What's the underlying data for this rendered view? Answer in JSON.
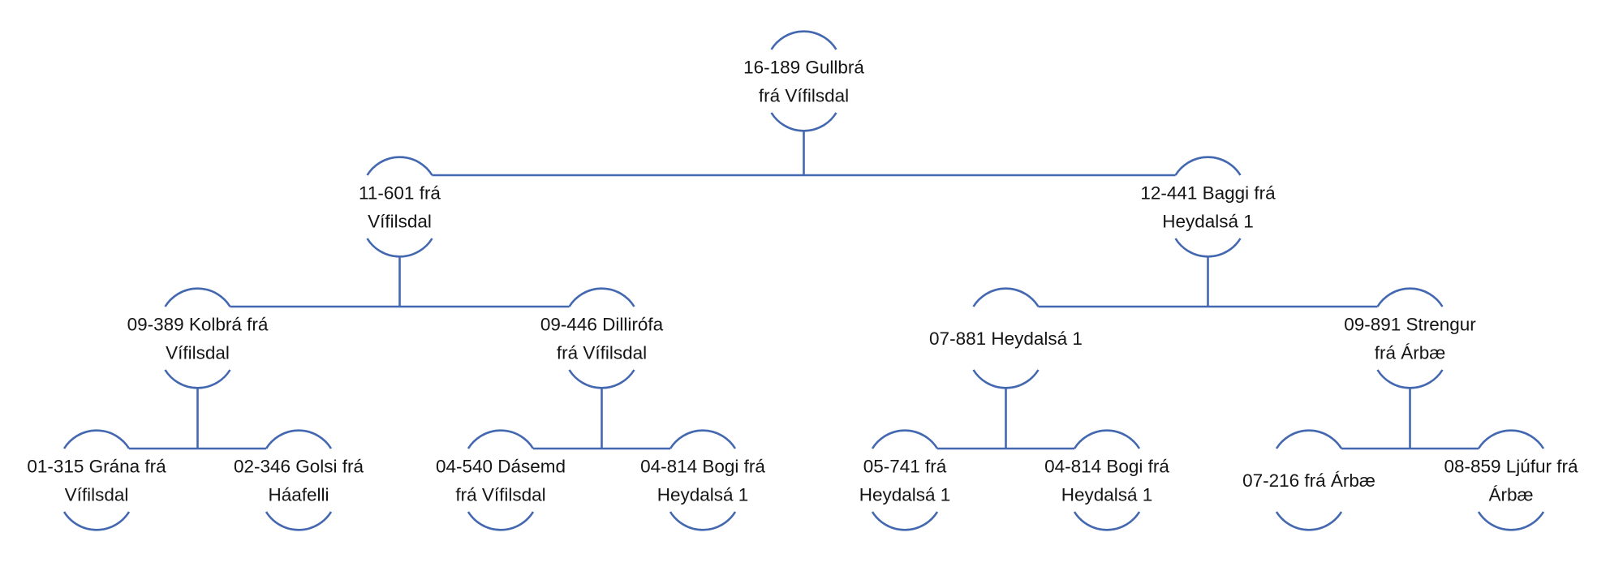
{
  "diagram": {
    "type": "pedigree-tree",
    "line_color": "#4468b0",
    "text_color": "#151515",
    "root": {
      "lines": [
        "16-189 Gullbrá",
        "frá Vífilsdal"
      ],
      "children": [
        {
          "lines": [
            "11-601 frá",
            "Vífilsdal"
          ],
          "children": [
            {
              "lines": [
                "09-389 Kolbrá frá",
                "Vífilsdal"
              ],
              "children": [
                {
                  "lines": [
                    "01-315 Grána frá",
                    "Vífilsdal"
                  ]
                },
                {
                  "lines": [
                    "02-346 Golsi frá",
                    "Háafelli"
                  ]
                }
              ]
            },
            {
              "lines": [
                "09-446 Dillirófa",
                "frá Vífilsdal"
              ],
              "children": [
                {
                  "lines": [
                    "04-540 Dásemd",
                    "frá Vífilsdal"
                  ]
                },
                {
                  "lines": [
                    "04-814 Bogi frá",
                    "Heydalsá 1"
                  ]
                }
              ]
            }
          ]
        },
        {
          "lines": [
            "12-441 Baggi frá",
            "Heydalsá 1"
          ],
          "children": [
            {
              "lines": [
                "07-881 Heydalsá 1"
              ],
              "children": [
                {
                  "lines": [
                    "05-741 frá",
                    "Heydalsá 1"
                  ]
                },
                {
                  "lines": [
                    "04-814 Bogi frá",
                    "Heydalsá 1"
                  ]
                }
              ]
            },
            {
              "lines": [
                "09-891 Strengur",
                "frá Árbæ"
              ],
              "children": [
                {
                  "lines": [
                    "07-216 frá Árbæ"
                  ]
                },
                {
                  "lines": [
                    "08-859 Ljúfur frá",
                    "Árbæ"
                  ]
                }
              ]
            }
          ]
        }
      ]
    }
  }
}
